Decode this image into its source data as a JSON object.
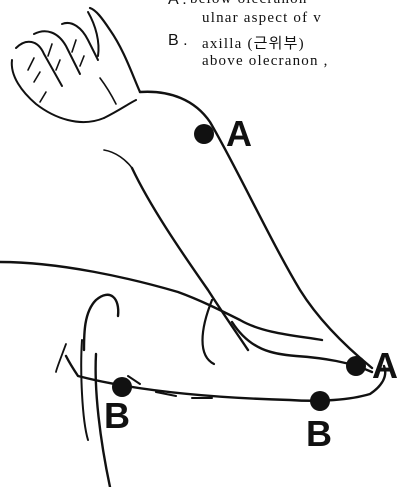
{
  "legend": {
    "item_a_letter": "A .",
    "item_a_line1": "below olecranon",
    "item_a_line2": "ulnar aspect of v",
    "item_b_letter": "B .",
    "item_b_line1": "axilla (근위부)",
    "item_b_line2": "above olecranon ,"
  },
  "points": {
    "a_forearm": "A",
    "a_elbow": "A",
    "b_upper_arm": "B",
    "b_under_elbow": "B"
  }
}
